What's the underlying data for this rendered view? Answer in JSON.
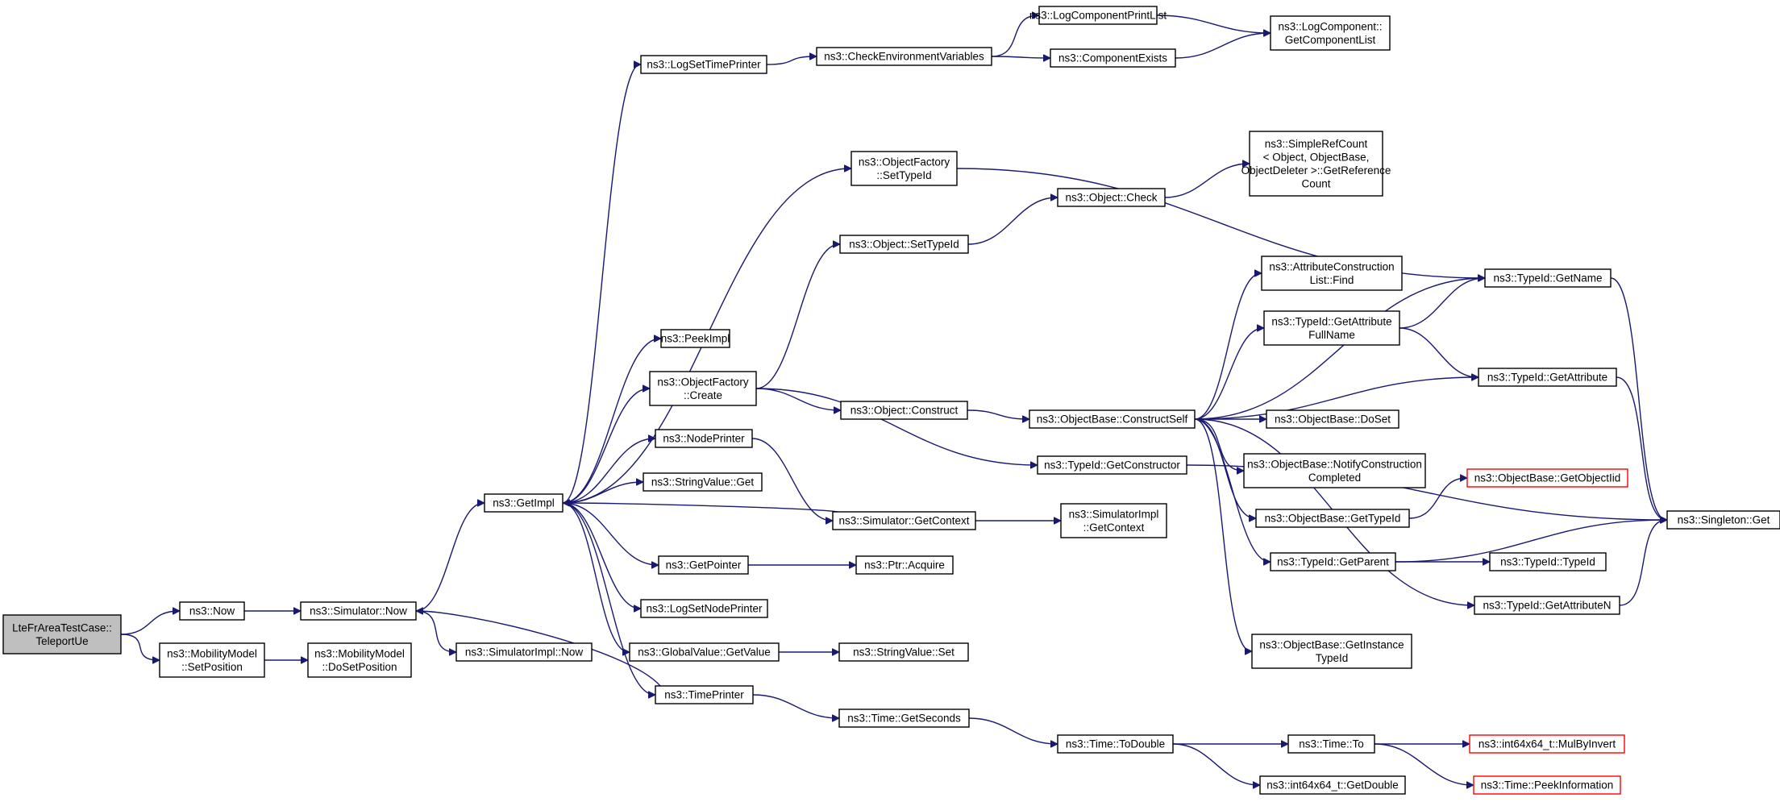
{
  "nodes": [
    {
      "id": "root",
      "lines": [
        "LteFrAreaTestCase::",
        "TeleportUe"
      ],
      "root": true
    },
    {
      "id": "now",
      "lines": [
        "ns3::Now"
      ]
    },
    {
      "id": "mm_setpos",
      "lines": [
        "ns3::MobilityModel",
        "::SetPosition"
      ]
    },
    {
      "id": "sim_now",
      "lines": [
        "ns3::Simulator::Now"
      ]
    },
    {
      "id": "mm_dosetpos",
      "lines": [
        "ns3::MobilityModel",
        "::DoSetPosition"
      ]
    },
    {
      "id": "getimpl",
      "lines": [
        "ns3::GetImpl"
      ]
    },
    {
      "id": "simimpl_now",
      "lines": [
        "ns3::SimulatorImpl::Now"
      ]
    },
    {
      "id": "logsettimeprinter",
      "lines": [
        "ns3::LogSetTimePrinter"
      ]
    },
    {
      "id": "peekimpl",
      "lines": [
        "ns3::PeekImpl"
      ]
    },
    {
      "id": "of_create",
      "lines": [
        "ns3::ObjectFactory",
        "::Create"
      ]
    },
    {
      "id": "nodeprinter",
      "lines": [
        "ns3::NodePrinter"
      ]
    },
    {
      "id": "strval_get",
      "lines": [
        "ns3::StringValue::Get"
      ]
    },
    {
      "id": "getpointer",
      "lines": [
        "ns3::GetPointer"
      ]
    },
    {
      "id": "logsetnodeprinter",
      "lines": [
        "ns3::LogSetNodePrinter"
      ]
    },
    {
      "id": "gv_getvalue",
      "lines": [
        "ns3::GlobalValue::GetValue"
      ]
    },
    {
      "id": "timeprinter",
      "lines": [
        "ns3::TimePrinter"
      ]
    },
    {
      "id": "checkenv",
      "lines": [
        "ns3::CheckEnvironmentVariables"
      ]
    },
    {
      "id": "of_settypeid",
      "lines": [
        "ns3::ObjectFactory",
        "::SetTypeId"
      ]
    },
    {
      "id": "obj_settypeid",
      "lines": [
        "ns3::Object::SetTypeId"
      ]
    },
    {
      "id": "obj_construct",
      "lines": [
        "ns3::Object::Construct"
      ]
    },
    {
      "id": "sim_getcontext",
      "lines": [
        "ns3::Simulator::GetContext"
      ]
    },
    {
      "id": "ptr_acquire",
      "lines": [
        "ns3::Ptr::Acquire"
      ]
    },
    {
      "id": "strval_set",
      "lines": [
        "ns3::StringValue::Set"
      ]
    },
    {
      "id": "time_getseconds",
      "lines": [
        "ns3::Time::GetSeconds"
      ]
    },
    {
      "id": "logcompprintlist",
      "lines": [
        "ns3::LogComponentPrintList"
      ]
    },
    {
      "id": "compexists",
      "lines": [
        "ns3::ComponentExists"
      ]
    },
    {
      "id": "obj_check",
      "lines": [
        "ns3::Object::Check"
      ]
    },
    {
      "id": "ob_constructself",
      "lines": [
        "ns3::ObjectBase::ConstructSelf"
      ]
    },
    {
      "id": "typeid_getconstructor",
      "lines": [
        "ns3::TypeId::GetConstructor"
      ]
    },
    {
      "id": "simimpl_getcontext",
      "lines": [
        "ns3::SimulatorImpl",
        "::GetContext"
      ]
    },
    {
      "id": "time_todouble",
      "lines": [
        "ns3::Time::ToDouble"
      ]
    },
    {
      "id": "logcomp_getcomplist",
      "lines": [
        "ns3::LogComponent::",
        "GetComponentList"
      ]
    },
    {
      "id": "simplerefcount",
      "lines": [
        "ns3::SimpleRefCount",
        "< Object, ObjectBase,",
        "ObjectDeleter >::GetReference",
        "Count"
      ]
    },
    {
      "id": "attrconstr_find",
      "lines": [
        "ns3::AttributeConstruction",
        "List::Find"
      ]
    },
    {
      "id": "typeid_getattrfullname",
      "lines": [
        "ns3::TypeId::GetAttribute",
        "FullName"
      ]
    },
    {
      "id": "ob_doset",
      "lines": [
        "ns3::ObjectBase::DoSet"
      ]
    },
    {
      "id": "ob_notifyconstr",
      "lines": [
        "ns3::ObjectBase::NotifyConstruction",
        "Completed"
      ]
    },
    {
      "id": "ob_gettypeid",
      "lines": [
        "ns3::ObjectBase::GetTypeId"
      ]
    },
    {
      "id": "typeid_getparent",
      "lines": [
        "ns3::TypeId::GetParent"
      ]
    },
    {
      "id": "ob_getinstancetypeid",
      "lines": [
        "ns3::ObjectBase::GetInstance",
        "TypeId"
      ]
    },
    {
      "id": "time_to",
      "lines": [
        "ns3::Time::To"
      ]
    },
    {
      "id": "int64_getdouble",
      "lines": [
        "ns3::int64x64_t::GetDouble"
      ]
    },
    {
      "id": "typeid_getname",
      "lines": [
        "ns3::TypeId::GetName"
      ]
    },
    {
      "id": "typeid_getattribute",
      "lines": [
        "ns3::TypeId::GetAttribute"
      ]
    },
    {
      "id": "ob_getobjectiid",
      "lines": [
        "ns3::ObjectBase::GetObjectIid"
      ],
      "red": true
    },
    {
      "id": "typeid_typeid",
      "lines": [
        "ns3::TypeId::TypeId"
      ]
    },
    {
      "id": "typeid_getattributen",
      "lines": [
        "ns3::TypeId::GetAttributeN"
      ]
    },
    {
      "id": "int64_mulbyinvert",
      "lines": [
        "ns3::int64x64_t::MulByInvert"
      ],
      "red": true
    },
    {
      "id": "time_peekinfo",
      "lines": [
        "ns3::Time::PeekInformation"
      ],
      "red": true
    },
    {
      "id": "singleton_get",
      "lines": [
        "ns3::Singleton::Get"
      ]
    }
  ],
  "edges": [
    [
      "root",
      "now"
    ],
    [
      "root",
      "mm_setpos"
    ],
    [
      "now",
      "sim_now"
    ],
    [
      "mm_setpos",
      "mm_dosetpos"
    ],
    [
      "sim_now",
      "getimpl"
    ],
    [
      "sim_now",
      "simimpl_now"
    ],
    [
      "getimpl",
      "logsettimeprinter"
    ],
    [
      "getimpl",
      "of_settypeid"
    ],
    [
      "getimpl",
      "peekimpl"
    ],
    [
      "getimpl",
      "of_create"
    ],
    [
      "getimpl",
      "nodeprinter"
    ],
    [
      "getimpl",
      "strval_get"
    ],
    [
      "getimpl",
      "getpointer"
    ],
    [
      "getimpl",
      "logsetnodeprinter"
    ],
    [
      "getimpl",
      "gv_getvalue"
    ],
    [
      "getimpl",
      "timeprinter"
    ],
    [
      "timeprinter",
      "sim_now"
    ],
    [
      "logsettimeprinter",
      "checkenv"
    ],
    [
      "checkenv",
      "logcompprintlist"
    ],
    [
      "checkenv",
      "compexists"
    ],
    [
      "logcompprintlist",
      "logcomp_getcomplist"
    ],
    [
      "compexists",
      "logcomp_getcomplist"
    ],
    [
      "of_settypeid",
      "typeid_getname"
    ],
    [
      "of_create",
      "obj_settypeid"
    ],
    [
      "of_create",
      "obj_construct"
    ],
    [
      "of_create",
      "typeid_getconstructor"
    ],
    [
      "obj_settypeid",
      "obj_check"
    ],
    [
      "obj_check",
      "simplerefcount"
    ],
    [
      "obj_construct",
      "ob_constructself"
    ],
    [
      "nodeprinter",
      "sim_getcontext"
    ],
    [
      "sim_getcontext",
      "getimpl"
    ],
    [
      "sim_getcontext",
      "simimpl_getcontext"
    ],
    [
      "getpointer",
      "ptr_acquire"
    ],
    [
      "gv_getvalue",
      "strval_set"
    ],
    [
      "timeprinter",
      "time_getseconds"
    ],
    [
      "time_getseconds",
      "time_todouble"
    ],
    [
      "time_todouble",
      "time_to"
    ],
    [
      "time_todouble",
      "int64_getdouble"
    ],
    [
      "time_to",
      "int64_mulbyinvert"
    ],
    [
      "time_to",
      "time_peekinfo"
    ],
    [
      "ob_constructself",
      "typeid_getname"
    ],
    [
      "ob_constructself",
      "attrconstr_find"
    ],
    [
      "ob_constructself",
      "typeid_getattrfullname"
    ],
    [
      "ob_constructself",
      "typeid_getattribute"
    ],
    [
      "ob_constructself",
      "ob_doset"
    ],
    [
      "ob_constructself",
      "ob_notifyconstr"
    ],
    [
      "ob_constructself",
      "ob_gettypeid"
    ],
    [
      "ob_constructself",
      "typeid_getparent"
    ],
    [
      "ob_constructself",
      "typeid_getattributen"
    ],
    [
      "ob_constructself",
      "ob_getinstancetypeid"
    ],
    [
      "typeid_getattrfullname",
      "typeid_getname"
    ],
    [
      "typeid_getattrfullname",
      "typeid_getattribute"
    ],
    [
      "typeid_getname",
      "singleton_get"
    ],
    [
      "typeid_getattribute",
      "singleton_get"
    ],
    [
      "ob_gettypeid",
      "ob_getobjectiid"
    ],
    [
      "typeid_getparent",
      "singleton_get"
    ],
    [
      "typeid_getparent",
      "typeid_typeid"
    ],
    [
      "typeid_getattributen",
      "singleton_get"
    ],
    [
      "typeid_getconstructor",
      "singleton_get"
    ]
  ]
}
